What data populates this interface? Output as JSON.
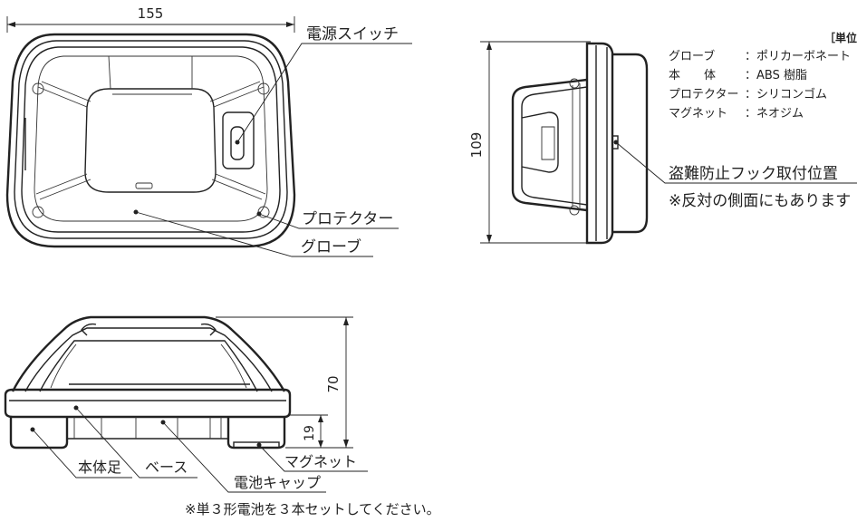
{
  "dimensions": {
    "width": "155",
    "height": "109",
    "total_height": "70",
    "base_height": "19"
  },
  "callouts": {
    "power_switch": "電源スイッチ",
    "protector": "プロテクター",
    "globe": "グローブ",
    "antitheft": "盗難防止フック取付位置",
    "antitheft_note": "※反対の側面にもあります",
    "magnet": "マグネット",
    "body_foot": "本体足",
    "base": "ベース",
    "battery_cap": "電池キャップ",
    "battery_note": "※単３形電池を３本セットしてください。"
  },
  "materials": {
    "heading": "［単位",
    "rows": [
      {
        "part": "グローブ",
        "material": "：ポリカーボネート"
      },
      {
        "part": "本　　体",
        "material": "：ABS 樹脂"
      },
      {
        "part": "プロテクター",
        "material": "：シリコンゴム"
      },
      {
        "part": "マグネット",
        "material": "：ネオジム"
      }
    ]
  }
}
